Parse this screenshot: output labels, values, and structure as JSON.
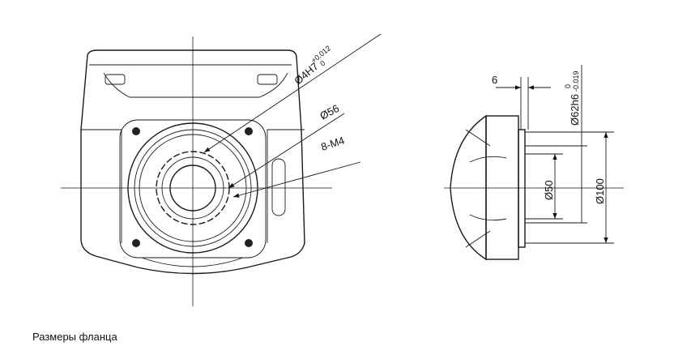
{
  "front_view": {
    "bore_label": "Ø4H7",
    "bore_tol_upper": "+0.012",
    "bore_tol_lower": "0",
    "pcd_label": "Ø56",
    "thread_label": "8-M4"
  },
  "side_view": {
    "thickness_label": "6",
    "spigot_label": "Ø62h6",
    "spigot_tol_upper": "0",
    "spigot_tol_lower": "-0.019",
    "inner_label": "Ø50",
    "outer_label": "Ø100"
  },
  "caption": "Размеры фланца"
}
